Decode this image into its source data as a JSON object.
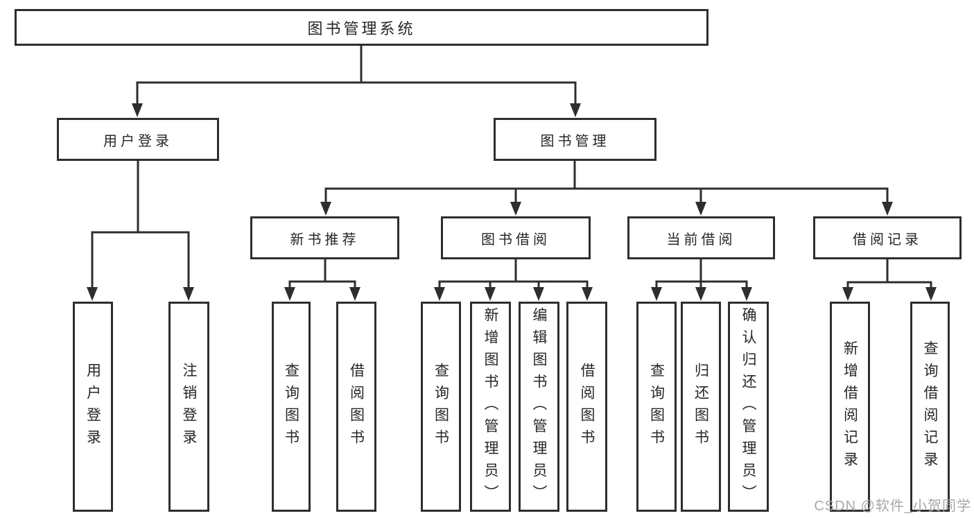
{
  "tree": {
    "root": "图书管理系统",
    "children": [
      {
        "label": "用户登录",
        "children": [
          {
            "label": "用户登录"
          },
          {
            "label": "注销登录"
          }
        ]
      },
      {
        "label": "图书管理",
        "children": [
          {
            "label": "新书推荐",
            "children": [
              {
                "label": "查询图书"
              },
              {
                "label": "借阅图书"
              }
            ]
          },
          {
            "label": "图书借阅",
            "children": [
              {
                "label": "查询图书"
              },
              {
                "label": "新增图书（管理员）"
              },
              {
                "label": "编辑图书（管理员）"
              },
              {
                "label": "借阅图书"
              }
            ]
          },
          {
            "label": "当前借阅",
            "children": [
              {
                "label": "查询图书"
              },
              {
                "label": "归还图书"
              },
              {
                "label": "确认归还（管理员）"
              }
            ]
          },
          {
            "label": "借阅记录",
            "children": [
              {
                "label": "新增借阅记录"
              },
              {
                "label": "查询借阅记录"
              }
            ]
          }
        ]
      }
    ]
  },
  "watermark": {
    "text": "CSDN @软件_小贺同学"
  },
  "colors": {
    "line": "#2e2e2e",
    "text": "#262626",
    "watermark": "#a8a8a8",
    "background": "#ffffff"
  }
}
